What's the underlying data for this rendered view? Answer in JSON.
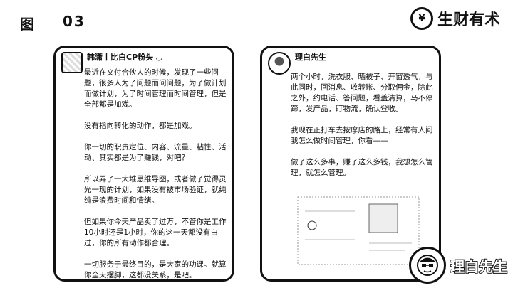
{
  "header": {
    "figure_label": "图",
    "figure_number": "03"
  },
  "brand": {
    "top_name": "生财有术",
    "bottom_name": "理白先生"
  },
  "left_card": {
    "author": "韩潇丨比白CP粉头 ◡",
    "text": "最近在文付合伙人的时候，发现了一些问题，很多人为了问题而问问题，为了做计划而做计划，为了时间管理而时间管理，但是全部都是加戏。\n\n没有指向转化的动作，都是加戏。\n\n你一切的职责定位、内容、流量、粘性、活动、其实都是为了赚钱，对吧？\n\n所以弄了一大堆思维导图，或者做了觉得灵光一现的计划，如果没有被市场验证，就纯纯是浪费时间和情绪。\n\n但如果你今天产品卖了过万，不管你是工作10小时还是1小时，你的这一天都没有白过，你的所有动作都合理。\n\n一切服务于最终目的，是大家的功课。就算你全天摆脚，这都没关系，是吧。\n\n为了预防，不是，为了赚钱，冲。"
  },
  "right_card": {
    "author": "理白先生",
    "text": "两个小时，洗衣服、晒被子、开窗透气，与此同时，回消息、收转账、分取佣金，除此之外，约电话、答问题，看盖清算，马不停蹄，发产品，盯物流，确认登收。\n\n我现在正打车去按摩店的路上，经常有人问我怎么做时间管理，你看——\n\n做了这么多事，赚了这么多钱，我想怎么管理，就怎么管理。"
  }
}
